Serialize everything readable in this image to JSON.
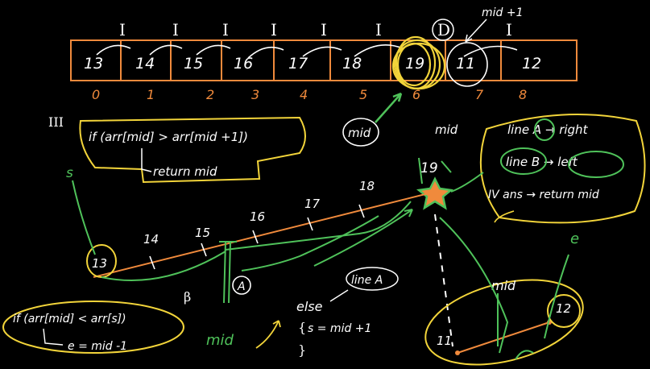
{
  "array": {
    "cells": [
      "13",
      "14",
      "15",
      "16",
      "17",
      "18",
      "19",
      "11",
      "12"
    ],
    "indices": [
      "0",
      "1",
      "2",
      "3",
      "4",
      "5",
      "6",
      "7",
      "8"
    ],
    "index_marks": [
      "I",
      "I",
      "I",
      "I",
      "I",
      "I",
      "D",
      "I"
    ],
    "top_label": "mid +1"
  },
  "note_left": {
    "numeral": "III",
    "condition": "if (arr[mid] > arr[mid +1])",
    "action": "return mid"
  },
  "labels": {
    "mid_circle": "mid",
    "mid_upper": "mid",
    "peak_value": "19",
    "s_label": "s",
    "e_label": "e",
    "mid_lower": "mid",
    "mid_bottom_right": "mid",
    "beta": "β"
  },
  "lines_legend": {
    "line_a": "line A → right",
    "line_b": "line B → left",
    "iv_text": "IV ans → return mid"
  },
  "graph": {
    "values": [
      "13",
      "14",
      "15",
      "16",
      "17",
      "18"
    ],
    "point_a": "A"
  },
  "note_bottom": {
    "condition": "if (arr[mid] < arr[s])",
    "action": "e = mid -1",
    "else_text": "else",
    "else_body": "s = mid +1",
    "line_a_label": "line A"
  },
  "bottom_right": {
    "val_11": "11",
    "val_12": "12"
  },
  "colors": {
    "orange": "#f08a3c",
    "yellow": "#f2d43a",
    "green": "#4fc25a",
    "white": "#ffffff"
  }
}
